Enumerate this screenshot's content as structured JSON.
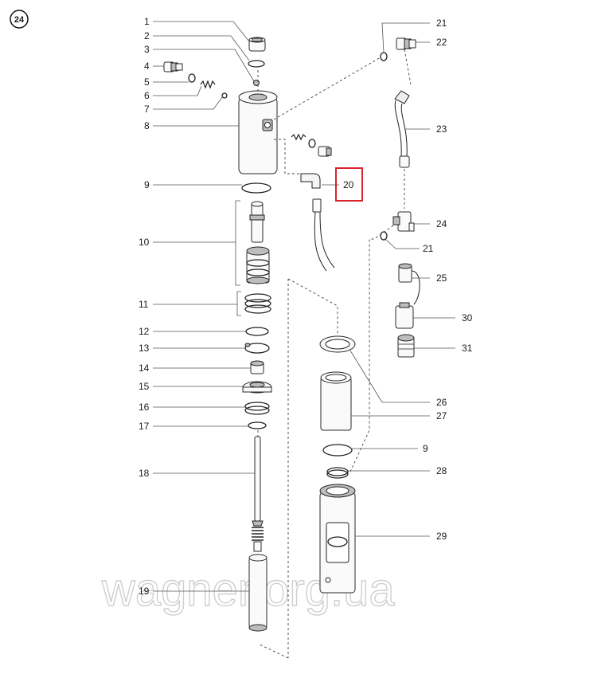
{
  "page": {
    "badge": "24",
    "watermark": "wagner.org.ua"
  },
  "labels": {
    "p1": "1",
    "p2": "2",
    "p3": "3",
    "p4": "4",
    "p5": "5",
    "p6": "6",
    "p7": "7",
    "p8": "8",
    "p9a": "9",
    "p10": "10",
    "p11": "11",
    "p12": "12",
    "p13": "13",
    "p14": "14",
    "p15": "15",
    "p16": "16",
    "p17": "17",
    "p18": "18",
    "p19": "19",
    "p20": "20",
    "p21a": "21",
    "p22": "22",
    "p23": "23",
    "p24": "24",
    "p21b": "21",
    "p25": "25",
    "p30": "30",
    "p31": "31",
    "p26": "26",
    "p27": "27",
    "p9b": "9",
    "p28": "28",
    "p29": "29"
  },
  "highlight": {
    "part": "20",
    "color": "#d9232d"
  }
}
